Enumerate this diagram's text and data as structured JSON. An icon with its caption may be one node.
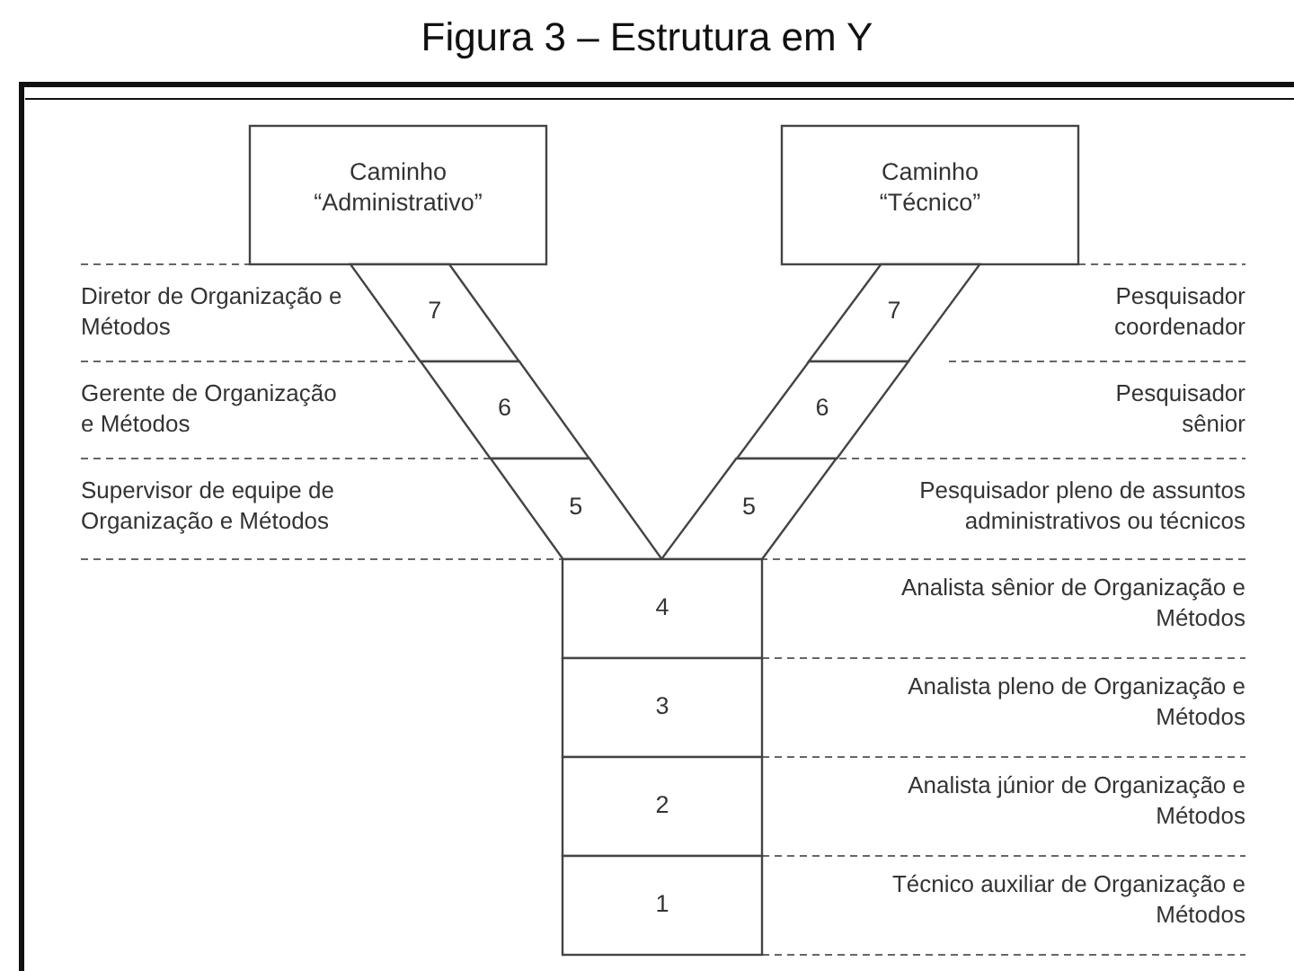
{
  "diagram": {
    "title": "Figura 3 – Estrutura em Y",
    "nodes": [
      {
        "text": [
          "Caminho “Administrativo”"
        ]
      },
      {
        "text": [
          "Caminho “Técnico”"
        ]
      },
      {
        "text": [
          "7"
        ]
      },
      {
        "text": [
          "7"
        ]
      },
      {
        "text": [
          "6"
        ]
      },
      {
        "text": [
          "6"
        ]
      },
      {
        "text": [
          "5"
        ]
      },
      {
        "text": [
          "5"
        ]
      },
      {
        "text": [
          "4"
        ]
      },
      {
        "text": [
          "3"
        ]
      },
      {
        "text": [
          "2"
        ]
      },
      {
        "text": [
          "1"
        ]
      }
    ],
    "labels": [
      "Diretor de Organização e Métodos",
      "Pesquisador coordenador",
      "Gerente de Organização e Métodos",
      "Pesquisador sênior",
      "Supervisor de equipe de Organização e Métodos",
      "Pesquisador pleno de assuntos administrativos ou técnicos",
      "Analista sênior de Organização e Métodos",
      "Analista pleno de Organização e Métodos",
      "Analista júnior de Organização e Métodos",
      "Técnico auxiliar de Organização e Métodos"
    ]
  }
}
